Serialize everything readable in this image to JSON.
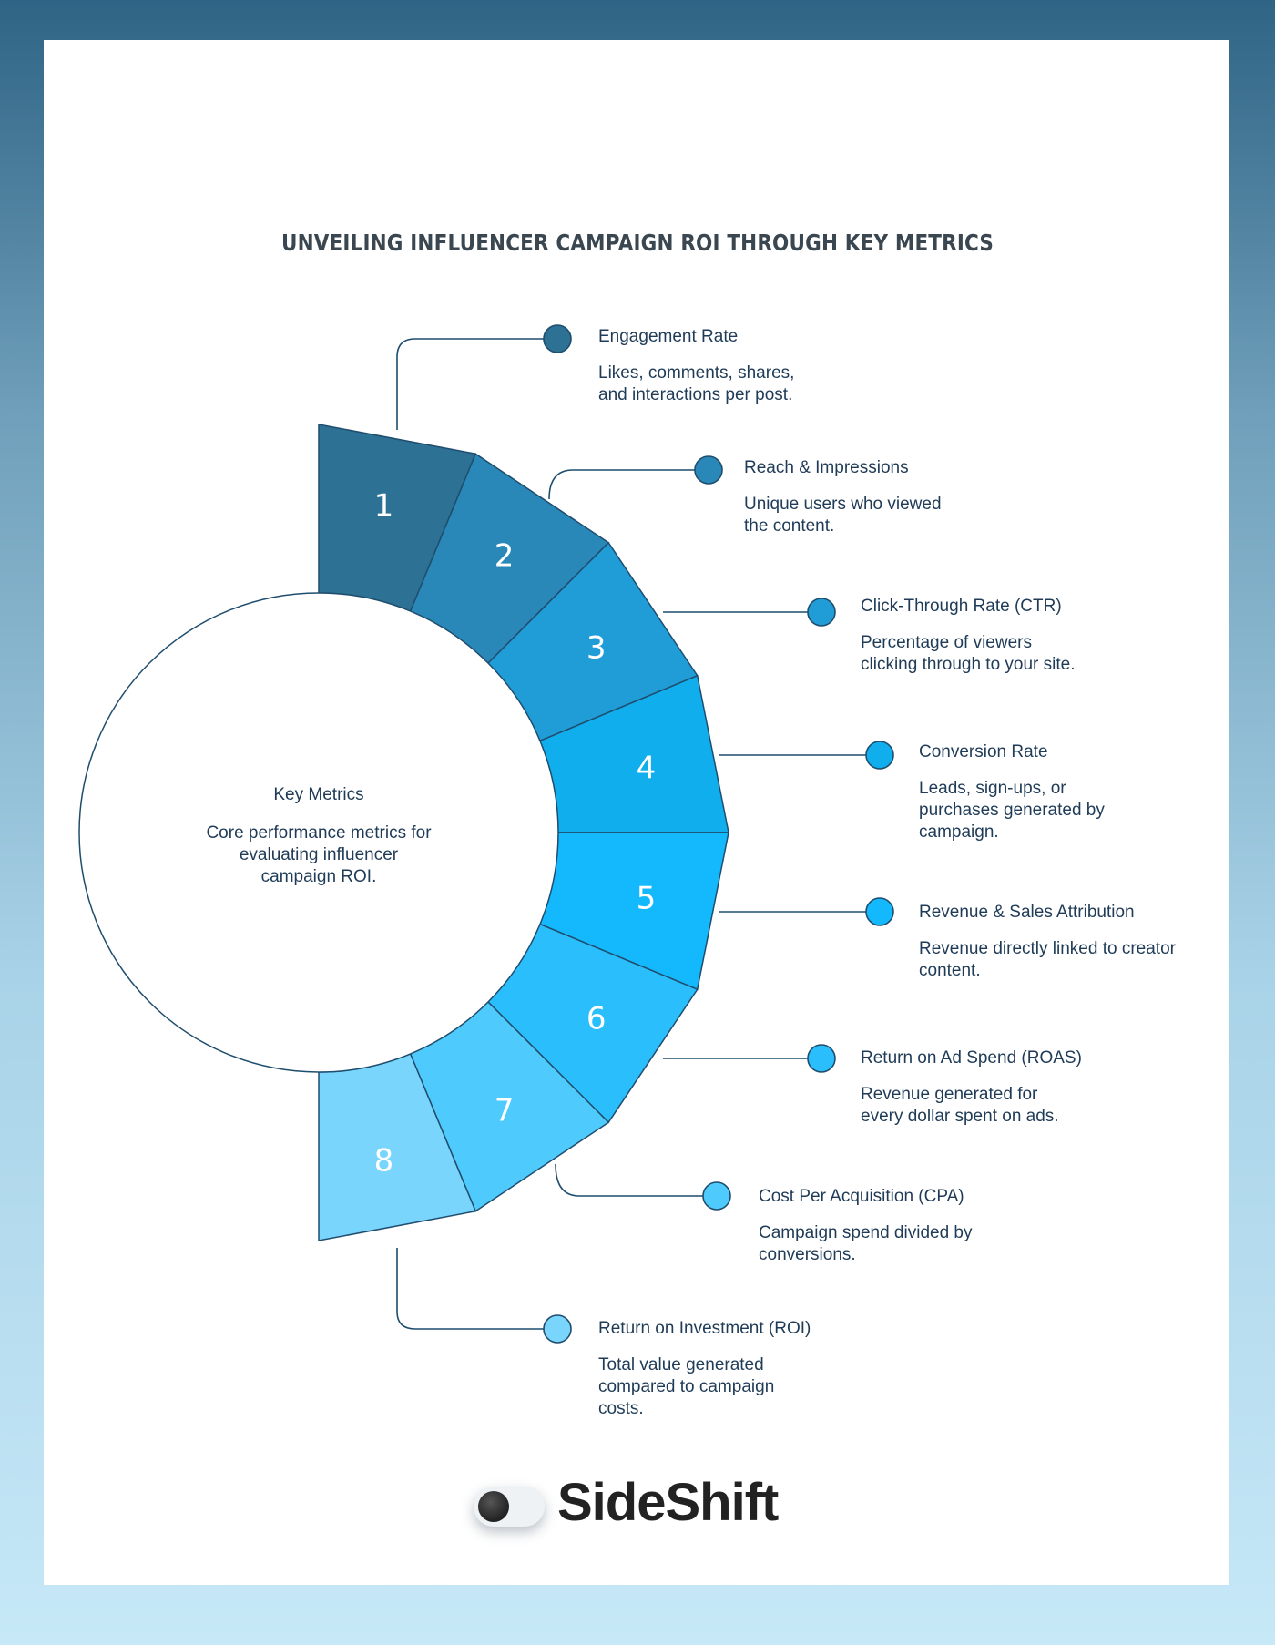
{
  "title": "Unveiling Influencer Campaign ROI Through Key Metrics",
  "center": {
    "title": "Key Metrics",
    "description": "Core performance metrics for evaluating influencer campaign ROI."
  },
  "segments": [
    {
      "number": "1",
      "title": "Engagement Rate",
      "description": "Likes, comments, shares, and interactions per post.",
      "color": "#2d7194"
    },
    {
      "number": "2",
      "title": "Reach & Impressions",
      "description": "Unique users who viewed the content.",
      "color": "#2a88b8"
    },
    {
      "number": "3",
      "title": "Click-Through Rate (CTR)",
      "description": "Percentage of viewers clicking through to your site.",
      "color": "#209cd7"
    },
    {
      "number": "4",
      "title": "Conversion Rate",
      "description": "Leads, sign-ups, or purchases generated by campaign.",
      "color": "#11aeed"
    },
    {
      "number": "5",
      "title": "Revenue & Sales Attribution",
      "description": "Revenue directly linked to creator content.",
      "color": "#14b9fd"
    },
    {
      "number": "6",
      "title": "Return on Ad Spend (ROAS)",
      "description": "Revenue generated for every dollar spent on ads.",
      "color": "#2bbefc"
    },
    {
      "number": "7",
      "title": "Cost Per Acquisition (CPA)",
      "description": "Campaign spend divided by conversions.",
      "color": "#4fcafc"
    },
    {
      "number": "8",
      "title": "Return on Investment (ROI)",
      "description": "Total value generated compared to campaign costs.",
      "color": "#79d5fc"
    }
  ],
  "brand": {
    "name": "SideShift"
  }
}
